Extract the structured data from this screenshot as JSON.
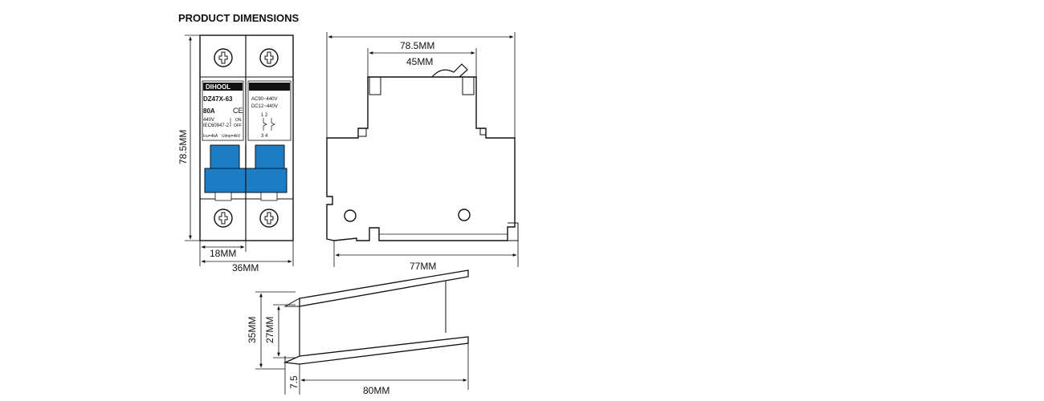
{
  "title": "PRODUCT DIMENSIONS",
  "front_view": {
    "brand": "DIHOOL",
    "model": "DZ47X-63",
    "rating": "80A",
    "ce_mark": "CE",
    "spec_voltage": "440V",
    "spec_standard": "IEC60947-2",
    "on_label": "ON",
    "off_label": "OFF",
    "spec_icu": "Icu=4kA",
    "spec_uimp": "Uimp=4kV",
    "right_voltage_ac": "AC90~440V",
    "right_voltage_dc": "DC12~440V",
    "terminal_top": "1  2",
    "terminal_bottom": "3  4",
    "height_dim": "78.5MM",
    "pole_width_dim": "18MM",
    "total_width_dim": "36MM",
    "accent_color": "#1c7cc4"
  },
  "side_view": {
    "top_width_dim": "78.5MM",
    "handle_width_dim": "45MM",
    "depth_dim": "77MM"
  },
  "din_rail": {
    "outer_height_dim": "35MM",
    "inner_height_dim": "27MM",
    "lip_dim": "7.5",
    "length_dim": "80MM"
  }
}
